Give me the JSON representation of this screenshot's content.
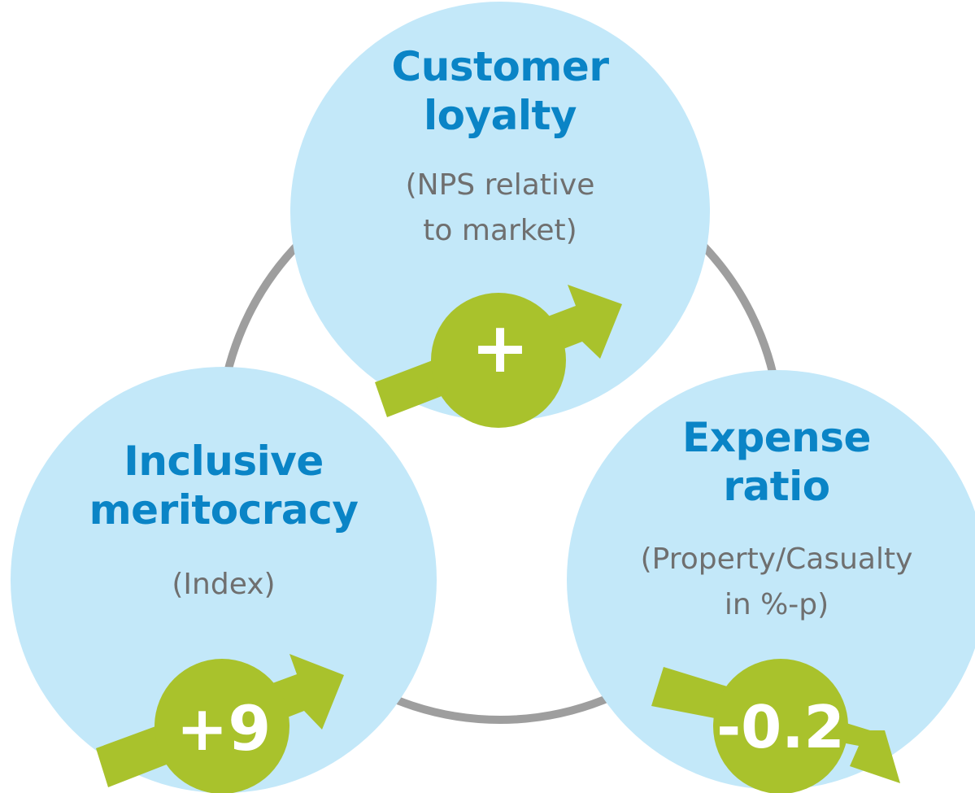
{
  "colors": {
    "circle_fill": "#c3e8f9",
    "ring_stroke": "#9e9e9e",
    "accent_green": "#a9c22c",
    "title_blue": "#0a84c6",
    "subtitle_gray": "#6f6f6f"
  },
  "nodes": [
    {
      "title_line1": "Customer",
      "title_line2": "loyalty",
      "subtitle_line1": "(NPS relative",
      "subtitle_line2": "to market)",
      "value": "+",
      "trend": "up",
      "icon": "up-trend-arrow-icon"
    },
    {
      "title_line1": "Inclusive",
      "title_line2": "meritocracy",
      "subtitle_line1": "(Index)",
      "value": "+9",
      "trend": "up",
      "icon": "up-trend-arrow-icon"
    },
    {
      "title_line1": "Expense",
      "title_line2": "ratio",
      "subtitle_line1": "(Property/Casualty",
      "subtitle_line2": "in %-p)",
      "value": "-0.2",
      "trend": "down",
      "icon": "down-trend-arrow-icon"
    }
  ]
}
